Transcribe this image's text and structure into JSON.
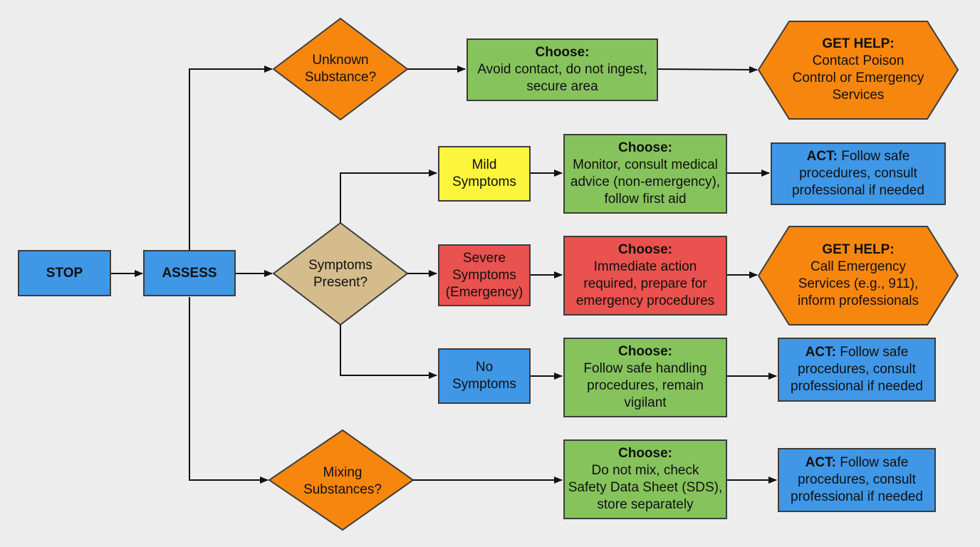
{
  "colors": {
    "blue": "#3f97e6",
    "green": "#86c35d",
    "red": "#e9524f",
    "yellow": "#fbf53b",
    "orange": "#f7860f",
    "tan": "#d5bc8c",
    "line": "#111111"
  },
  "nodes": {
    "stop": "STOP",
    "assess": "ASSESS",
    "unknown": [
      "Unknown",
      "Substance?"
    ],
    "symptoms_present": [
      "Symptoms",
      "Present?"
    ],
    "mixing": [
      "Mixing",
      "Substances?"
    ],
    "mild": [
      "Mild",
      "Symptoms"
    ],
    "severe": [
      "Severe",
      "Symptoms",
      "(Emergency)"
    ],
    "none": [
      "No",
      "Symptoms"
    ],
    "choose_unknown": {
      "title": "Choose:",
      "lines": [
        "Avoid contact, do not ingest,",
        "secure area"
      ]
    },
    "choose_mild": {
      "title": "Choose:",
      "lines": [
        "Monitor, consult medical",
        "advice (non-emergency),",
        "follow first aid"
      ]
    },
    "choose_severe": {
      "title": "Choose:",
      "lines": [
        "Immediate action",
        "required, prepare for",
        "emergency procedures"
      ]
    },
    "choose_none": {
      "title": "Choose:",
      "lines": [
        "Follow safe handling",
        "procedures, remain",
        "vigilant"
      ]
    },
    "choose_mixing": {
      "title": "Choose:",
      "lines": [
        "Do not mix, check",
        "Safety Data Sheet (SDS),",
        "store separately"
      ]
    },
    "help_unknown": {
      "title": "GET HELP:",
      "lines": [
        "Contact Poison",
        "Control or Emergency",
        "Services"
      ]
    },
    "help_severe": {
      "title": "GET HELP:",
      "lines": [
        "Call Emergency",
        "Services (e.g., 911),",
        "inform professionals"
      ]
    },
    "act_mild": {
      "title": "ACT:",
      "first": " Follow safe",
      "lines": [
        "procedures, consult",
        "professional if needed"
      ]
    },
    "act_none": {
      "title": "ACT:",
      "first": " Follow safe",
      "lines": [
        "procedures, consult",
        "professional if needed"
      ]
    },
    "act_mixing": {
      "title": "ACT:",
      "first": " Follow safe",
      "lines": [
        "procedures, consult",
        "professional if needed"
      ]
    }
  }
}
